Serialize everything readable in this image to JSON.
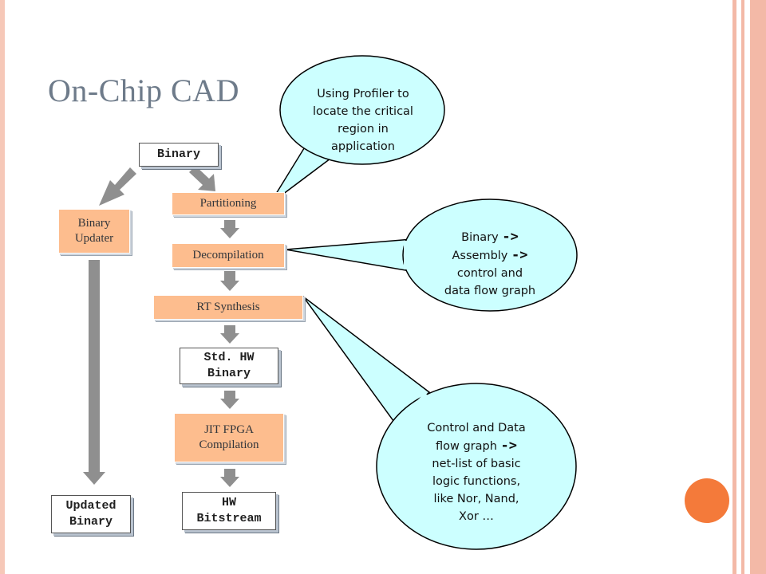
{
  "slide": {
    "title": "On-Chip CAD"
  },
  "nodes": {
    "binary": "Binary",
    "binary_updater": "Binary\nUpdater",
    "partitioning": "Partitioning",
    "decompilation": "Decompilation",
    "rt_synthesis": "RT Synthesis",
    "std_hw_binary": "Std. HW\nBinary",
    "jit_fpga": "JIT FPGA\nCompilation",
    "hw_bitstream": "HW\nBitstream",
    "updated_binary": "Updated\nBinary"
  },
  "callouts": {
    "profiler": "Using Profiler to locate the critical region in application",
    "decompile_l1": "Binary",
    "decompile_l2": "Assembly",
    "decompile_l3": "control and",
    "decompile_l4": "data flow graph",
    "synth_l1": "Control and Data",
    "synth_l2": "flow graph",
    "synth_l3": "net-list of basic",
    "synth_l4": "logic functions,",
    "synth_l5": "like Nor, Nand,",
    "synth_l6": "Xor …",
    "arrow_symbol": "->"
  },
  "colors": {
    "step_fill": "#fdbd8e",
    "bubble_fill": "#ccffff",
    "arrow_gray": "#8f8f8f",
    "accent_orange": "#f47a3a",
    "title_color": "#6e7b8a"
  }
}
